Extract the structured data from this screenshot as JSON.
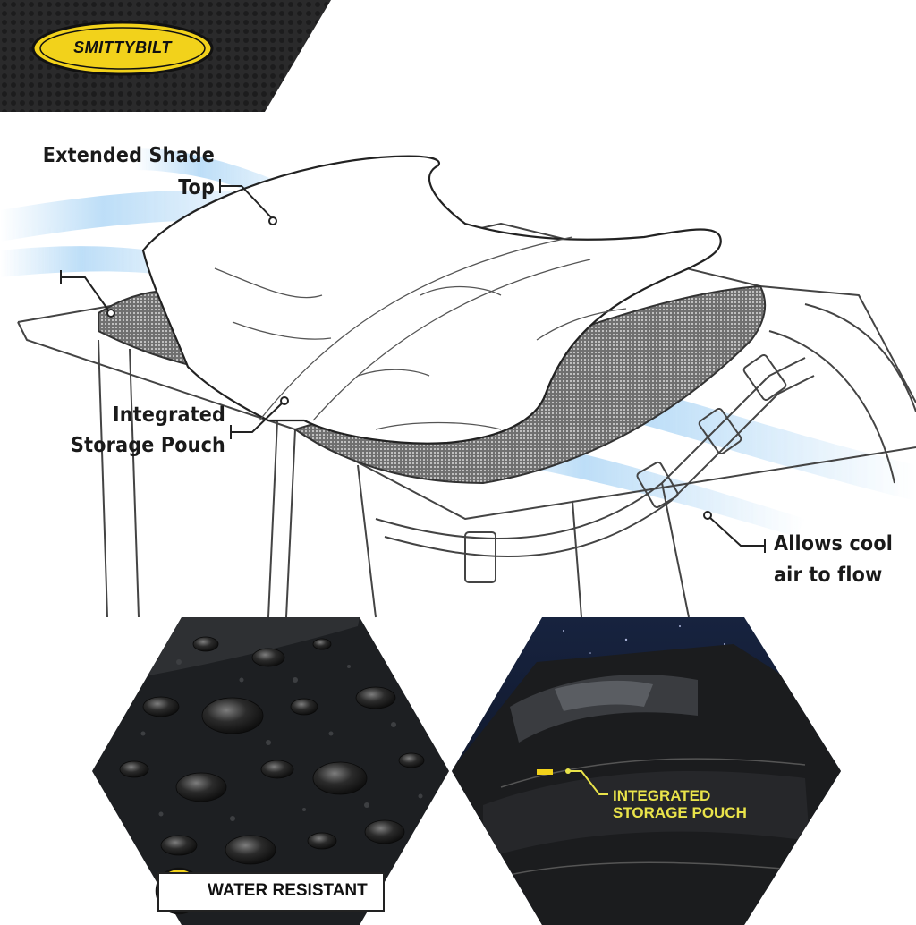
{
  "brand": {
    "logo_text": "SMITTYBILT",
    "logo_color": "#f2d21b"
  },
  "callouts": {
    "extended_shade_top_line1": "Extended Shade",
    "extended_shade_top_line2": "Top",
    "integrated_pouch_line1": "Integrated",
    "integrated_pouch_line2": "Storage Pouch",
    "airflow_line1": "Allows cool",
    "airflow_line2": "air to flow"
  },
  "panels": {
    "water_resistant_label": "WATER RESISTANT",
    "storage_pouch_label_line1": "INTEGRATED",
    "storage_pouch_label_line2": "STORAGE POUCH"
  },
  "colors": {
    "accent_yellow": "#f2d21b",
    "airflow_blue": "#a9d4f5",
    "dark_fabric": "#1d1f22"
  }
}
